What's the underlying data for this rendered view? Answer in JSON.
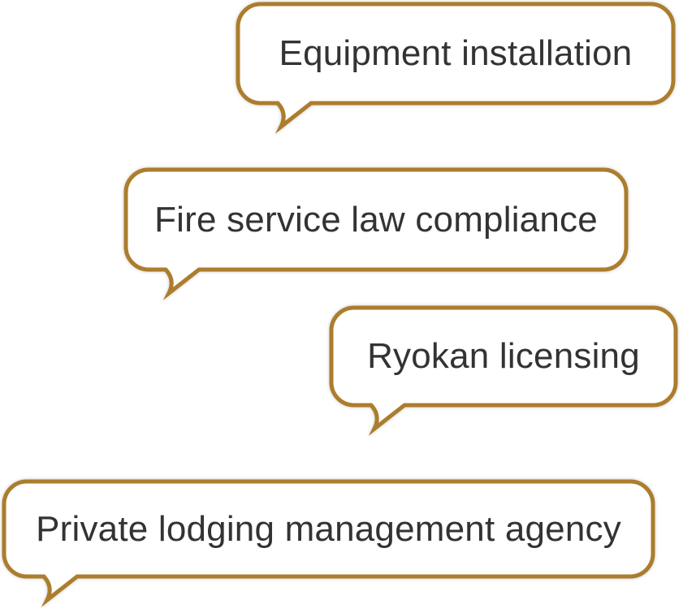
{
  "diagram": {
    "description_colors": {
      "bubble_border": "#ab7d2d",
      "bubble_fill": "#ffffff",
      "text": "#333333",
      "background": "#ffffff"
    },
    "bubbles": [
      {
        "label": "Equipment installation"
      },
      {
        "label": "Fire service law compliance"
      },
      {
        "label": "Ryokan licensing"
      },
      {
        "label": "Private lodging management agency"
      }
    ]
  }
}
